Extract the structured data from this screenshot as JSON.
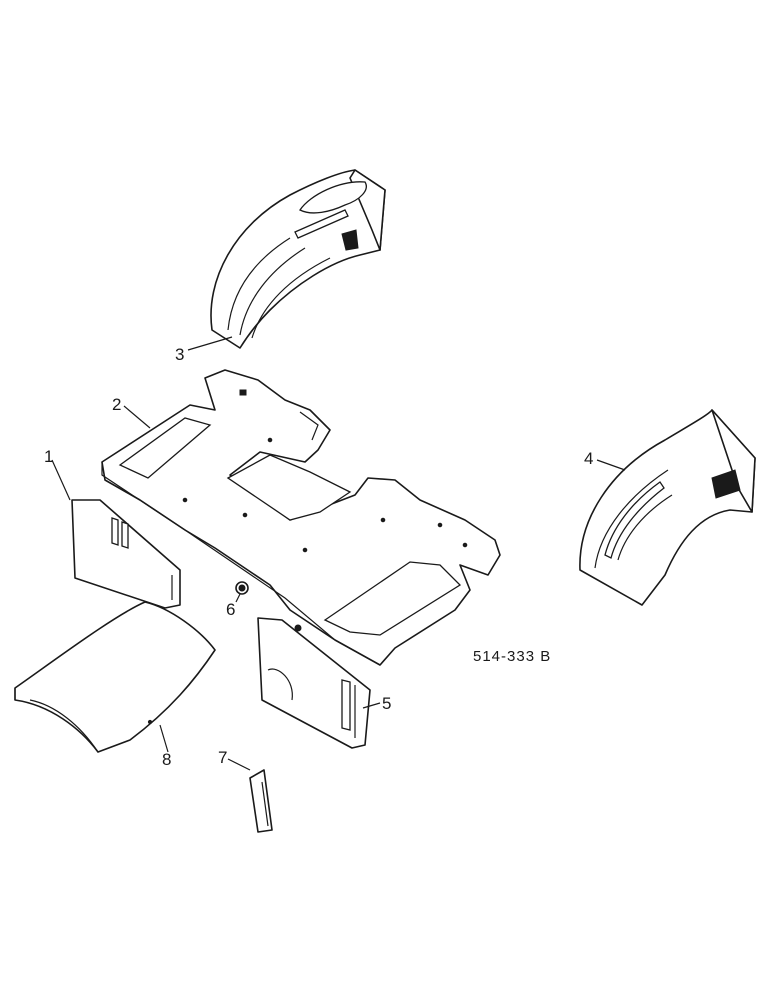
{
  "diagram": {
    "reference_code": "514-333 B",
    "callouts": [
      "1",
      "2",
      "3",
      "4",
      "5",
      "6",
      "7",
      "8"
    ]
  },
  "colors": {
    "ink": "#1a1a1a",
    "paper": "#ffffff"
  }
}
